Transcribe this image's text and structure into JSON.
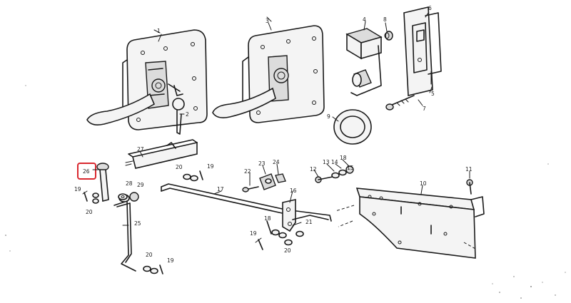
{
  "colors": {
    "line": "#1a1a1a",
    "background": "#ffffff",
    "highlight": "#d9282f"
  },
  "highlighted_callout": "26",
  "callouts": {
    "c1": "1",
    "c2": "2",
    "c3": "3",
    "c4": "4",
    "c5": "5",
    "c6": "6",
    "c7": "7",
    "c8": "8",
    "c9": "9",
    "c10": "10",
    "c11": "11",
    "c13": "13",
    "c14": "14",
    "c15": "15",
    "c16": "16",
    "c17": "17",
    "c18a": "18",
    "c18b": "18",
    "c19a": "19",
    "c19b": "19",
    "c19c": "19",
    "c19d": "19",
    "c20a": "20",
    "c20b": "20",
    "c20c": "20",
    "c20d": "20",
    "c21": "21",
    "c22": "22",
    "c23": "23",
    "c24": "24",
    "c25": "25",
    "c26": "26",
    "c27": "27",
    "c28": "28",
    "c29": "29",
    "c12": "12"
  }
}
